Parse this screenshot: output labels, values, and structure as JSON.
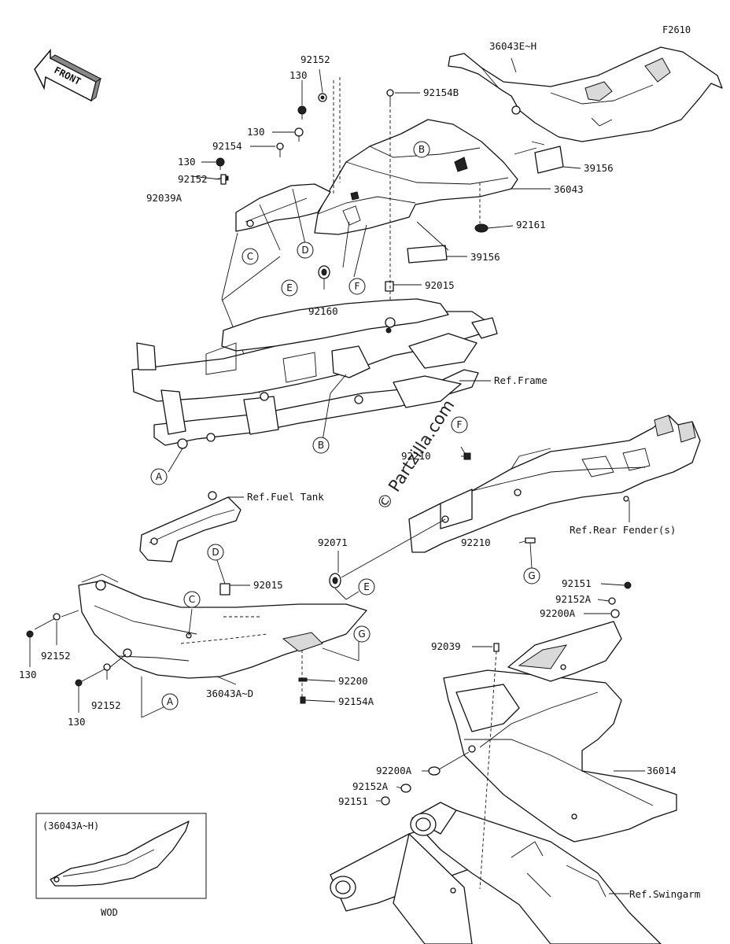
{
  "diagram": {
    "code": "F2610",
    "front": "FRONT",
    "watermark": "© Partzilla.com",
    "inset_title": "(36043A~H)",
    "inset_caption": "WOD",
    "part_labels": {
      "p36043EH": "36043E~H",
      "p92152_top": "92152",
      "p130_top": "130",
      "p92154B": "92154B",
      "p130_mid": "130",
      "p92154": "92154",
      "p130_left": "130",
      "p92152_left": "92152",
      "p92039A": "92039A",
      "p39156_top": "39156",
      "p36043": "36043",
      "p92161": "92161",
      "p39156_mid": "39156",
      "p92015_top": "92015",
      "p92160": "92160",
      "p_ref_frame": "Ref.Frame",
      "p92210_top": "92210",
      "p_ref_fuel": "Ref.Fuel Tank",
      "p92071": "92071",
      "p92015_low": "92015",
      "p_ref_fender": "Ref.Rear Fender(s)",
      "p92210_low": "92210",
      "p92152_l1": "92152",
      "p130_l1": "130",
      "p92152_l2": "92152",
      "p130_l2": "130",
      "p36043AD": "36043A~D",
      "p92200": "92200",
      "p92154A": "92154A",
      "p92151_top": "92151",
      "p92152A_top": "92152A",
      "p92200A_top": "92200A",
      "p92039": "92039",
      "p36014": "36014",
      "p92200A_low": "92200A",
      "p92152A_low": "92152A",
      "p92151_low": "92151",
      "p_ref_swingarm": "Ref.Swingarm"
    },
    "callouts": {
      "B_top": "B",
      "C_top": "C",
      "D_top": "D",
      "E_top": "E",
      "F_top": "F",
      "B_frame": "B",
      "A_frame": "A",
      "F_fender": "F",
      "G_fender": "G",
      "D_low": "D",
      "C_low": "C",
      "E_low": "E",
      "G_low": "G",
      "A_low": "A"
    }
  }
}
